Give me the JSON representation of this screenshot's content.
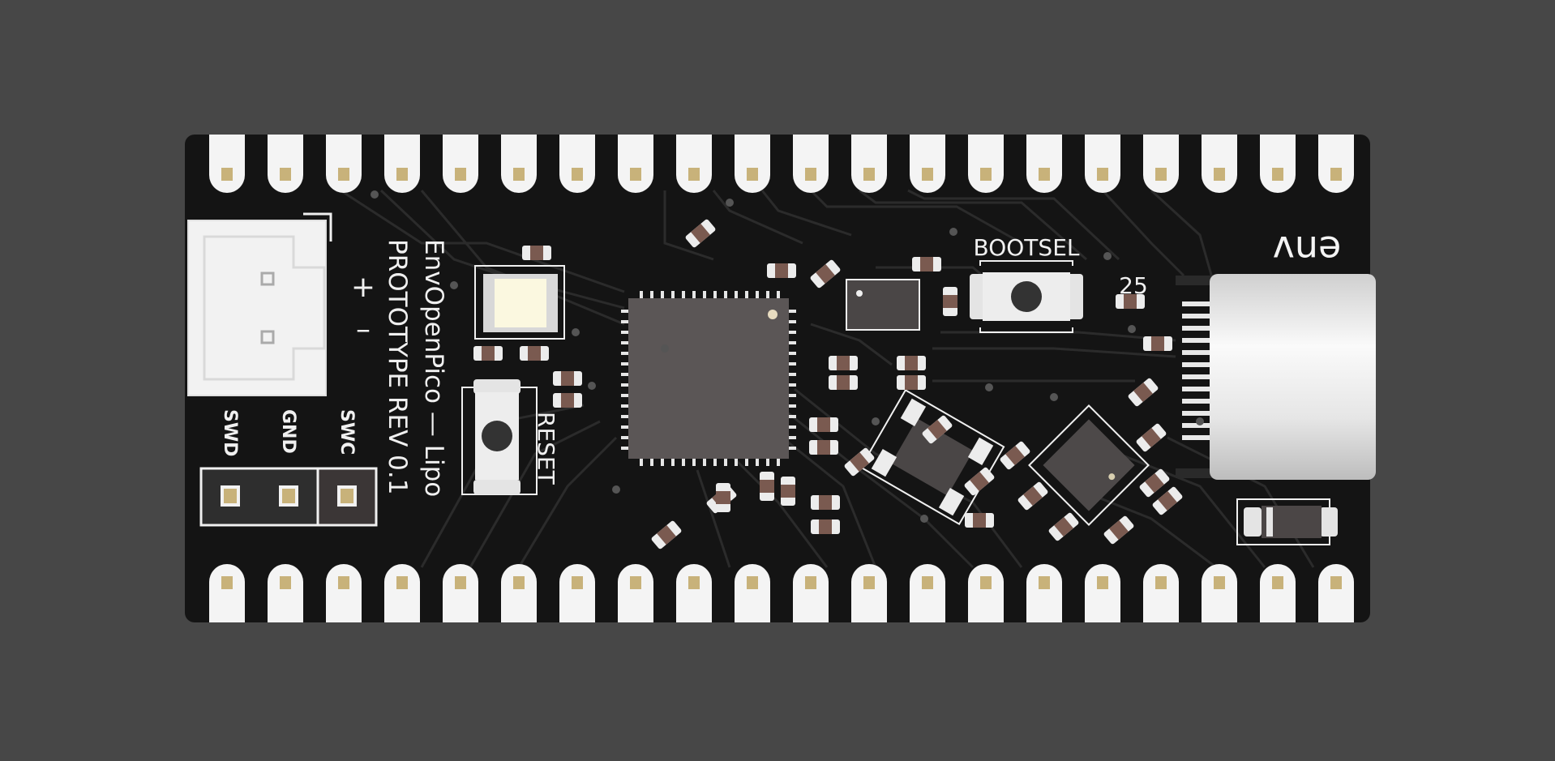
{
  "colors": {
    "background": "#474747",
    "board": "#141414",
    "trace": "#2a2a2a",
    "silkscreen": "#f0f0f0",
    "pad_copper": "#c8b27a",
    "chip": "#5b5656",
    "connector_body": "#f2f2f2",
    "resistor_body": "#7a5a50"
  },
  "board": {
    "title_line1": "EnvOpenPico — Lipo",
    "title_line2": "PROTOTYPE REV 0.1",
    "logo_text": "env",
    "bootsel_label": "BOOTSEL",
    "reset_label": "RESET",
    "part_number": "25",
    "battery_plus": "+",
    "battery_minus": "–",
    "swd_labels": [
      "SWD",
      "GND",
      "SWC"
    ]
  },
  "icons": {
    "usb": "usb-c-connector-icon",
    "battery": "jst-connector-icon",
    "chip": "microcontroller-icon"
  }
}
